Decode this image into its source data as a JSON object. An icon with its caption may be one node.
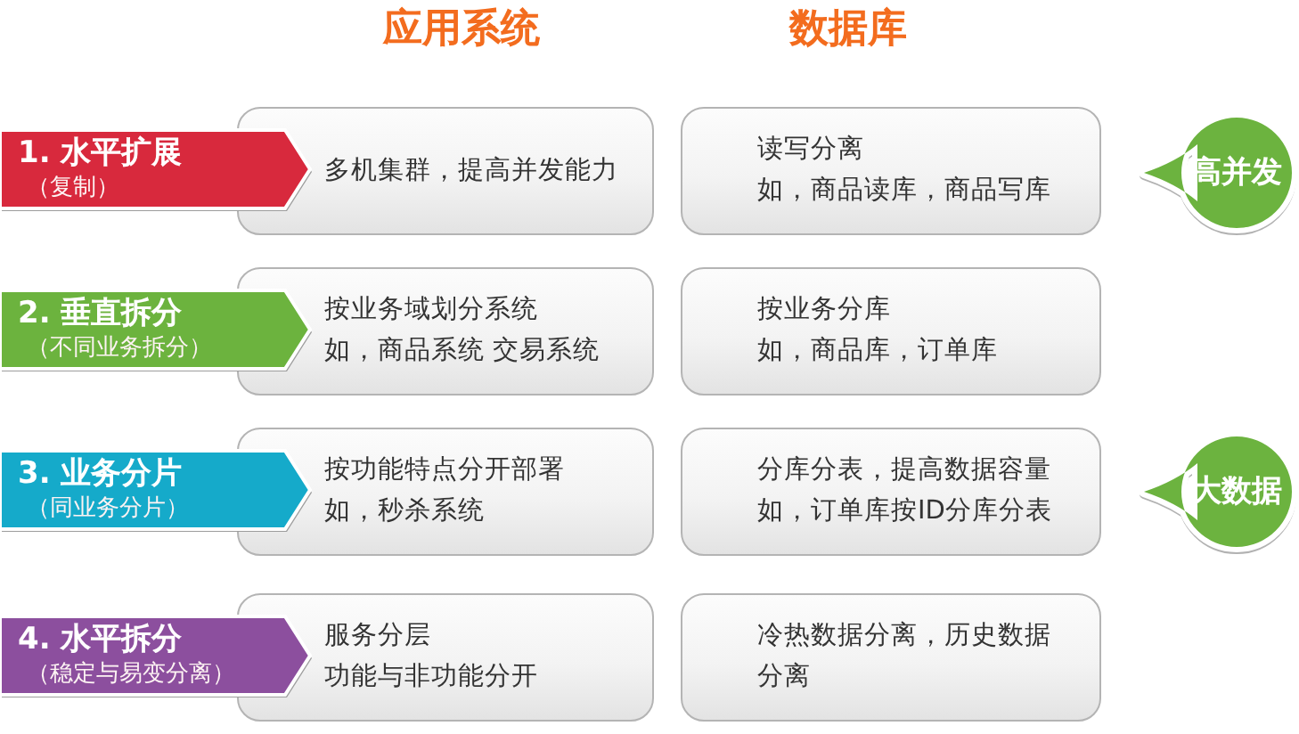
{
  "diagram": {
    "nodes": [
      {
        "text": [
          "1. 水平扩展",
          "（复制）"
        ]
      },
      {
        "text": [
          "多机集群，提高并发能力"
        ]
      },
      {
        "text": [
          "读写分离",
          "如，商品读库，商品写库"
        ]
      },
      {
        "text": [
          "高并发"
        ]
      },
      {
        "text": [
          "2. 垂直拆分",
          "（不同业务拆分）"
        ]
      },
      {
        "text": [
          "按业务域划分系统",
          "如，商品系统 交易系统"
        ]
      },
      {
        "text": [
          "按业务分库",
          "如，商品库，订单库"
        ]
      },
      {
        "text": [
          "3. 业务分片",
          "（同业务分片）"
        ]
      },
      {
        "text": [
          "按功能特点分开部署",
          "如，秒杀系统"
        ]
      },
      {
        "text": [
          "分库分表，提高数据容量",
          "如，订单库按ID分库分表"
        ]
      },
      {
        "text": [
          "大数据"
        ]
      },
      {
        "text": [
          "4. 水平拆分",
          "（稳定与易变分离）"
        ]
      },
      {
        "text": [
          "服务分层",
          "功能与非功能分开"
        ]
      },
      {
        "text": [
          "冷热数据分离，历史数据分离"
        ]
      }
    ],
    "labels": [
      "应用系统",
      "数据库"
    ]
  }
}
